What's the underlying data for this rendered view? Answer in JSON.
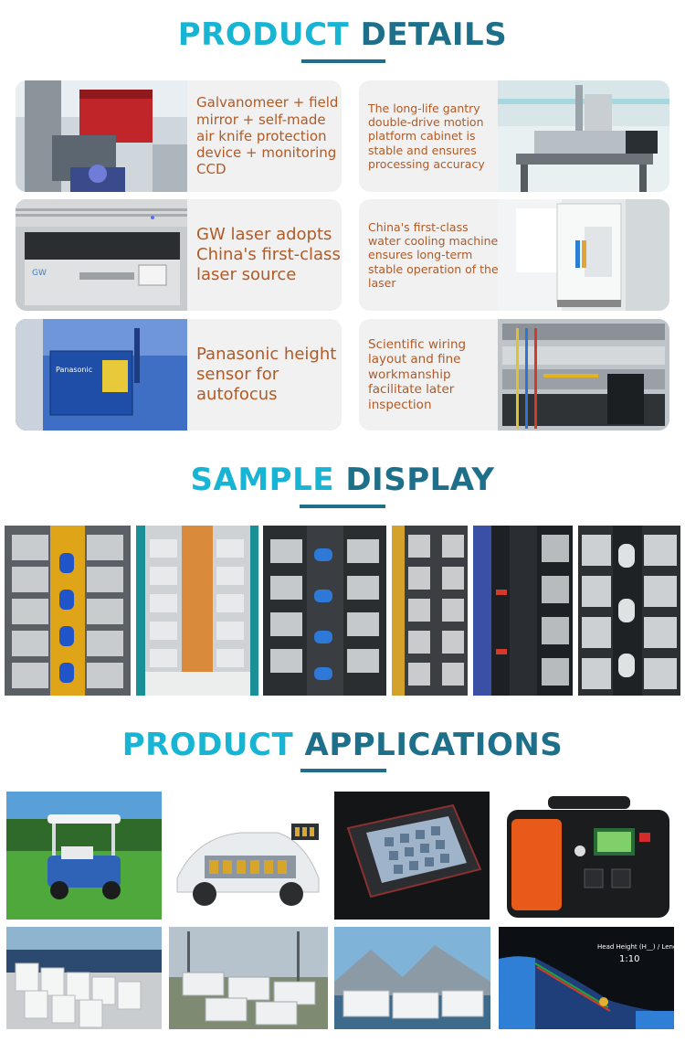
{
  "sections": {
    "details": {
      "title_a": "PRODUCT ",
      "title_b": "DETAILS"
    },
    "samples": {
      "title_a": "SAMPLE ",
      "title_b": "DISPLAY"
    },
    "applications": {
      "title_a": "PRODUCT ",
      "title_b": "APPLICATIONS"
    }
  },
  "details": [
    {
      "text": "Galvanomeer + field mirror + self-made air knife protection device + monitoring CCD"
    },
    {
      "text": "The long-life gantry double-drive motion platform cabinet is stable and ensures processing accuracy"
    },
    {
      "text": "GW laser adopts China's first-class laser source",
      "photo_label": "GW"
    },
    {
      "text": "China's first-class water cooling machine ensures long-term stable operation of the laser"
    },
    {
      "text": "Panasonic height sensor for autofocus",
      "photo_label": "Panasonic"
    },
    {
      "text": "Scientific wiring layout and fine workmanship facilitate later inspection"
    }
  ],
  "applications": {
    "diagram_heading": "Head Height (H__) / Length (L__)",
    "diagram_ratio": "1:10"
  },
  "colors": {
    "title_light": "#18b4d3",
    "title_dark": "#1e6f8a",
    "card_text": "#b15a26",
    "card_bg": "#f1f1f1"
  }
}
